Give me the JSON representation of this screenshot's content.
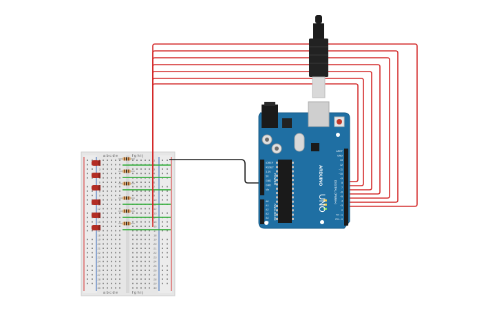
{
  "breadboard": {
    "col_letters_left": "a b c d e",
    "col_letters_right": "f g h i j",
    "row_numbers": [
      "1",
      "2",
      "3",
      "4",
      "5",
      "6",
      "7",
      "8",
      "9",
      "10",
      "11",
      "12",
      "13",
      "14",
      "15",
      "16",
      "17",
      "18",
      "19",
      "20",
      "21",
      "22",
      "23",
      "24",
      "25",
      "26",
      "27",
      "28",
      "29",
      "30"
    ],
    "leds": 6,
    "resistors": 6
  },
  "arduino": {
    "brand": "ARDUINO",
    "model": "UNO",
    "digital_label": "DIGITAL (PWM~)",
    "power_label": "POWER",
    "analog_label": "ANALOG IN",
    "power_pins": [
      "IOREF",
      "RESET",
      "3.3V",
      "5V",
      "GND",
      "GND",
      "Vin"
    ],
    "analog_pins": [
      "A0",
      "A1",
      "A2",
      "A3",
      "A4",
      "A5"
    ],
    "digital_pins": [
      "AREF",
      "GND",
      "13",
      "12",
      "~11",
      "~10",
      "~9",
      "8",
      "7",
      "~6",
      "~5",
      "4",
      "~3",
      "2",
      "TX→1",
      "RX←0"
    ]
  },
  "colors": {
    "wire_red": "#d42a2a",
    "wire_black": "#1a1a1a",
    "wire_green": "#3cb043",
    "board_blue": "#1f6fa3",
    "breadboard": "#e9e9e9",
    "led_red": "#c0392b"
  }
}
